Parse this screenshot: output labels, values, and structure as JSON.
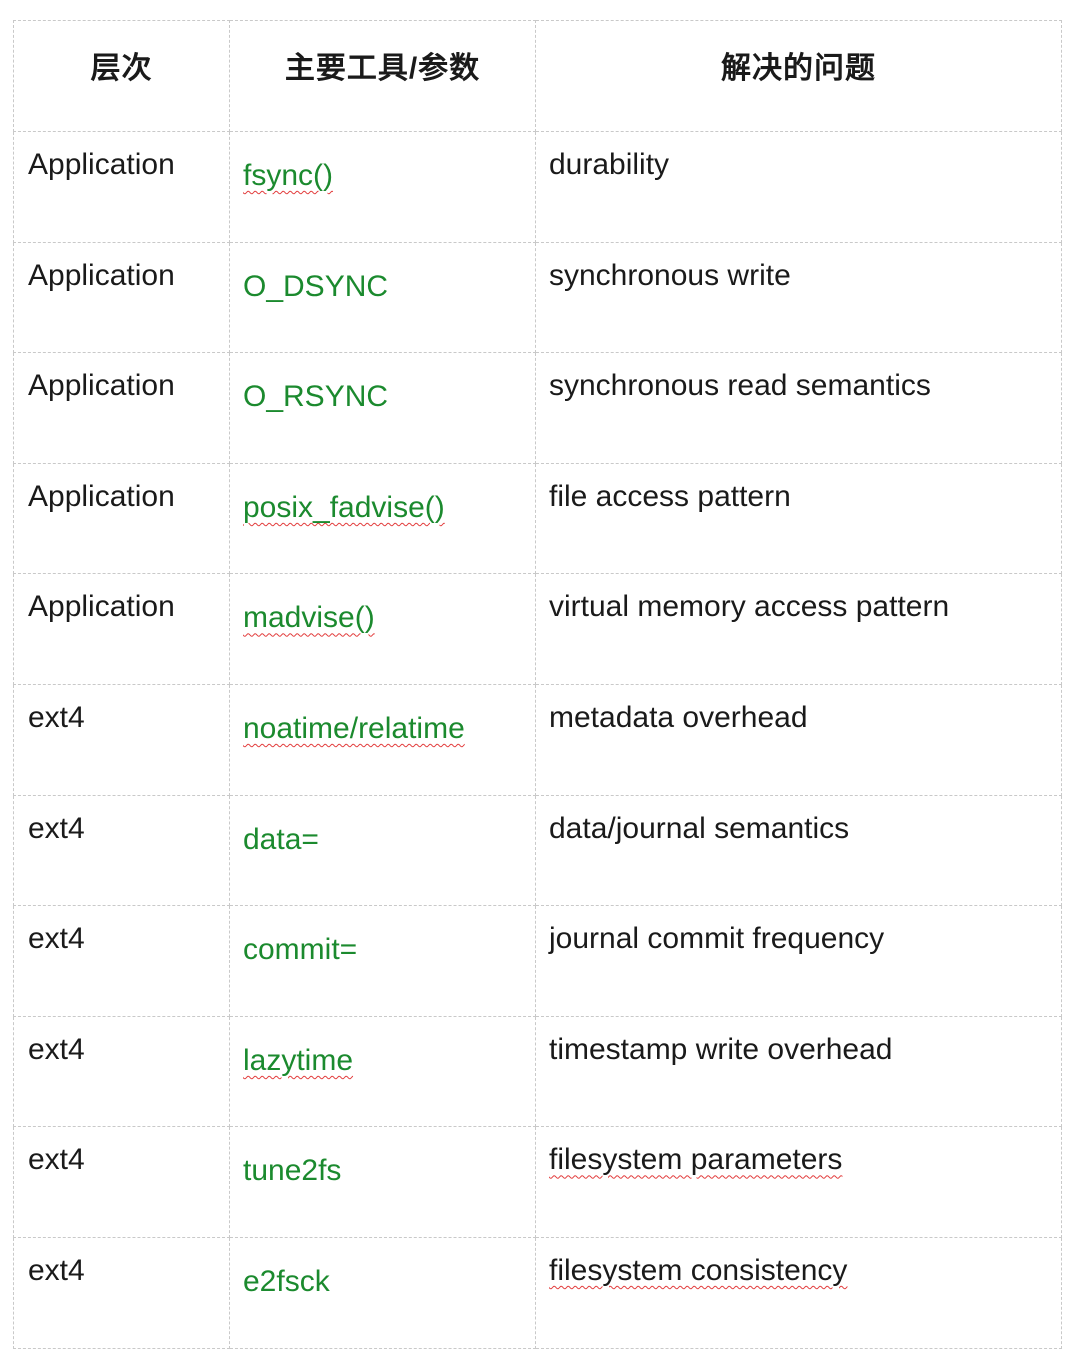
{
  "table": {
    "headers": [
      "层次",
      "主要工具/参数",
      "解决的问题"
    ],
    "rows": [
      {
        "layer": "Application",
        "tool": "fsync()",
        "problem": "durability"
      },
      {
        "layer": "Application",
        "tool": "O_DSYNC",
        "problem": "synchronous write"
      },
      {
        "layer": "Application",
        "tool": "O_RSYNC",
        "problem": "synchronous read semantics"
      },
      {
        "layer": "Application",
        "tool": "posix_fadvise()",
        "problem": "file access pattern"
      },
      {
        "layer": "Application",
        "tool": "madvise()",
        "problem": "virtual memory access pattern"
      },
      {
        "layer": "ext4",
        "tool": "noatime/relatime",
        "problem": "metadata overhead"
      },
      {
        "layer": "ext4",
        "tool": "data=",
        "problem": "data/journal semantics"
      },
      {
        "layer": "ext4",
        "tool": "commit=",
        "problem": "journal commit frequency"
      },
      {
        "layer": "ext4",
        "tool": "lazytime",
        "problem": "timestamp write overhead"
      },
      {
        "layer": "ext4",
        "tool": "tune2fs",
        "problem": "filesystem parameters"
      },
      {
        "layer": "ext4",
        "tool": "e2fsck",
        "problem": "filesystem consistency"
      }
    ],
    "colors": {
      "tool_text": "#1b8a2e",
      "spellcheck_underline": "#e23b3b",
      "grid_line": "#c9c9c9"
    }
  }
}
